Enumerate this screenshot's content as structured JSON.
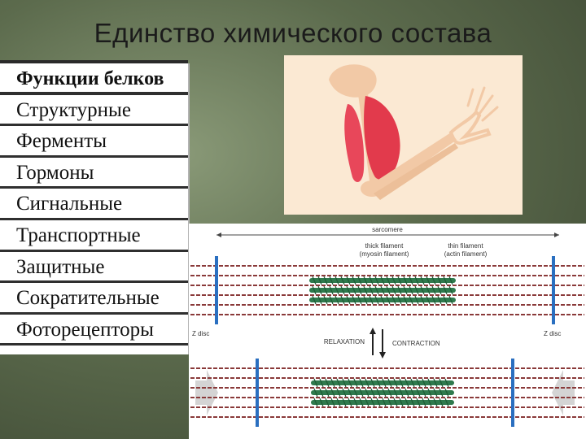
{
  "slide": {
    "title": "Единство химического состава"
  },
  "protein_functions": {
    "header": "Функции белков",
    "items": [
      "Структурные",
      "Ферменты",
      "Гормоны",
      "Сигнальные",
      "Транспортные",
      "Защитные",
      "Сократительные",
      "Фоторецепторы"
    ]
  },
  "sarcomere_diagram": {
    "sarcomere_label": "sarcomere",
    "thick_filament_label": "thick filament",
    "thick_filament_sub": "(myosin filament)",
    "thin_filament_label": "thin filament",
    "thin_filament_sub": "(actin filament)",
    "z_disc_left": "Z disc",
    "z_disc_right": "Z disc",
    "relaxation_label": "RELAXATION",
    "contraction_label": "CONTRACTION"
  },
  "colors": {
    "myosin": "#2f7a4d",
    "actin": "#8a3a3a",
    "z_disc": "#2a6fc0",
    "muscle": "#e23a4c",
    "bone": "#f2c9a6"
  }
}
